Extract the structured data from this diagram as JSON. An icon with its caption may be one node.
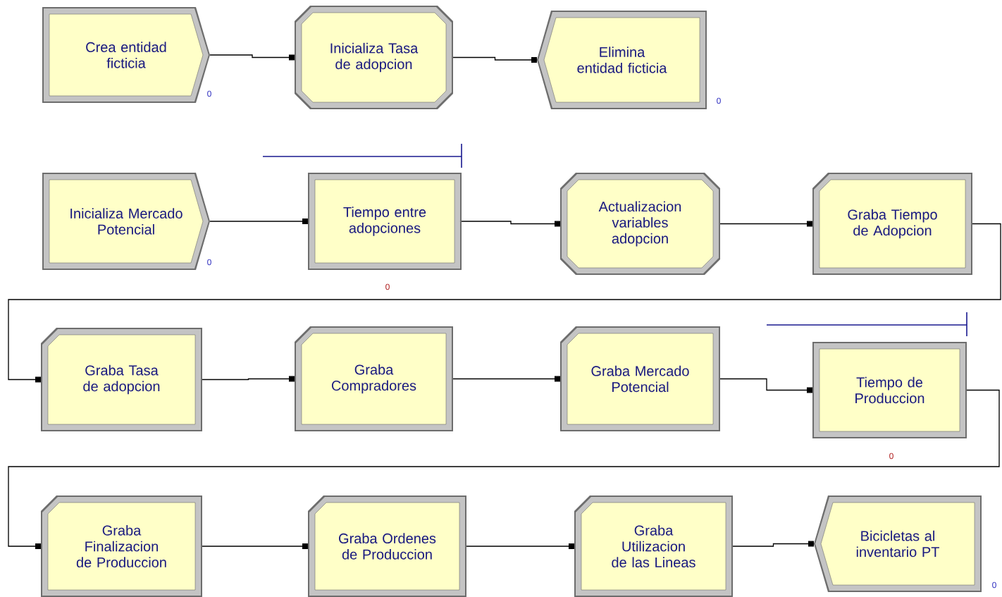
{
  "diagram": {
    "nodes": [
      {
        "text": [
          "Crea entidad ficticia"
        ],
        "beside": [
          "0"
        ]
      },
      {
        "text": [
          "Inicializa Tasa de adopcion"
        ]
      },
      {
        "text": [
          "Elimina entidad ficticia"
        ],
        "beside": [
          "0"
        ]
      },
      {
        "text": [
          "Inicializa Mercado Potencial"
        ],
        "beside": [
          "0"
        ]
      },
      {
        "text": [
          "Tiempo entre adopciones"
        ],
        "beside": [
          "0"
        ]
      },
      {
        "text": [
          "Actualizacion variables adopcion"
        ]
      },
      {
        "text": [
          "Graba Tiempo de Adopcion"
        ]
      },
      {
        "text": [
          "Graba Tasa de adopcion"
        ]
      },
      {
        "text": [
          "Graba Compradores"
        ]
      },
      {
        "text": [
          "Graba Mercado Potencial"
        ]
      },
      {
        "text": [
          "Tiempo de Produccion"
        ],
        "beside": [
          "0"
        ]
      },
      {
        "text": [
          "Graba Finalizacion de Produccion"
        ]
      },
      {
        "text": [
          "Graba Ordenes de Produccion"
        ]
      },
      {
        "text": [
          "Graba Utilizacion de las Lineas"
        ]
      },
      {
        "text": [
          "Bicicletas al inventario PT"
        ],
        "beside": [
          "0"
        ]
      }
    ],
    "edges": [
      {
        "from": 0,
        "to": 1,
        "arrow": "other"
      },
      {
        "from": 1,
        "to": 2,
        "arrow": "other"
      },
      {
        "from": 3,
        "to": 4,
        "arrow": "other"
      },
      {
        "from": 4,
        "to": 5,
        "arrow": "other"
      },
      {
        "from": 5,
        "to": 6,
        "arrow": "other"
      },
      {
        "from": 6,
        "to": 7,
        "arrow": "other"
      },
      {
        "from": 7,
        "to": 8,
        "arrow": "other"
      },
      {
        "from": 8,
        "to": 9,
        "arrow": "other"
      },
      {
        "from": 9,
        "to": 10,
        "arrow": "other"
      },
      {
        "from": 10,
        "to": 11,
        "arrow": "other"
      },
      {
        "from": 11,
        "to": 12,
        "arrow": "other"
      },
      {
        "from": 12,
        "to": 13,
        "arrow": "other"
      },
      {
        "from": 13,
        "to": 14,
        "arrow": "other"
      }
    ]
  }
}
